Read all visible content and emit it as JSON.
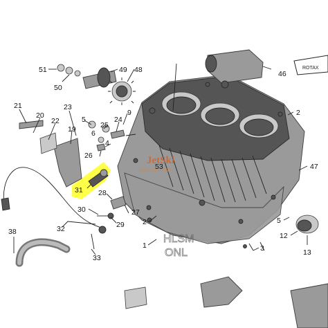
{
  "labels": [
    {
      "text": "51"
    },
    {
      "text": "50"
    },
    {
      "text": "49"
    },
    {
      "text": "48"
    },
    {
      "text": "46"
    },
    {
      "text": "21"
    },
    {
      "text": "20"
    },
    {
      "text": "23"
    },
    {
      "text": "22"
    },
    {
      "text": "19"
    },
    {
      "text": "5"
    },
    {
      "text": "25"
    },
    {
      "text": "24"
    },
    {
      "text": "9"
    },
    {
      "text": "6"
    },
    {
      "text": "4"
    },
    {
      "text": "26"
    },
    {
      "text": "2"
    },
    {
      "text": "47"
    },
    {
      "text": "53"
    },
    {
      "text": "31"
    },
    {
      "text": "28"
    },
    {
      "text": "30"
    },
    {
      "text": "27"
    },
    {
      "text": "29"
    },
    {
      "text": "32"
    },
    {
      "text": "2"
    },
    {
      "text": "5"
    },
    {
      "text": "12"
    },
    {
      "text": "38"
    },
    {
      "text": "33"
    },
    {
      "text": "1"
    },
    {
      "text": "3"
    },
    {
      "text": "13"
    }
  ],
  "watermark": {
    "brand": "JetSki",
    "sub": "International",
    "stamp_line1": "HLSM",
    "stamp_line2": "ONL"
  },
  "corner_tag": "ROTAX",
  "highlight": {
    "part_number": "31",
    "color": "#ffff33"
  }
}
